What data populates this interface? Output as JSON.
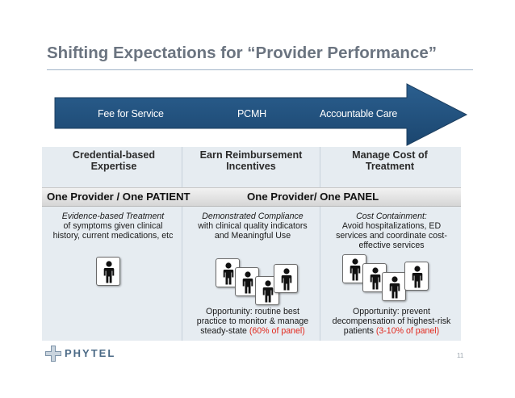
{
  "slide": {
    "title": "Shifting Expectations for “Provider Performance”",
    "page_number": "11"
  },
  "arrow": {
    "color": "#1f4e79",
    "stages": [
      "Fee for Service",
      "PCMH",
      "Accountable Care"
    ]
  },
  "columns": [
    {
      "header_line1": "Credential-based",
      "header_line2": "Expertise",
      "desc_head": "Evidence-based Treatment",
      "desc_lines": [
        "of symptoms given clinical",
        "history, current medications, etc"
      ],
      "person_icons": "person-icon"
    },
    {
      "header_line1": "Earn Reimbursement",
      "header_line2": "Incentives",
      "desc_head": "Demonstrated Compliance",
      "desc_lines": [
        "with clinical quality indicators",
        "and Meaningful Use"
      ],
      "opp_lines": [
        "Opportunity: routine best",
        "practice to monitor & manage"
      ],
      "opp_last_prefix": "steady-state ",
      "opp_highlight": "(60% of panel)"
    },
    {
      "header_line1": "Manage Cost of",
      "header_line2": "Treatment",
      "desc_head": "Cost Containment:",
      "desc_lines": [
        "Avoid hospitalizations, ED",
        "services and coordinate cost-",
        "effective services"
      ],
      "opp_lines": [
        "Opportunity: prevent",
        "decompensation of highest-risk"
      ],
      "opp_last_prefix": "patients ",
      "opp_highlight": "(3-10% of panel)"
    }
  ],
  "bands": {
    "left": "One Provider / One PATIENT",
    "right": "One Provider/ One PANEL"
  },
  "highlight_color": "#e2281d",
  "logo": {
    "text": "PHYTEL",
    "icon": "cross-logo-icon"
  }
}
